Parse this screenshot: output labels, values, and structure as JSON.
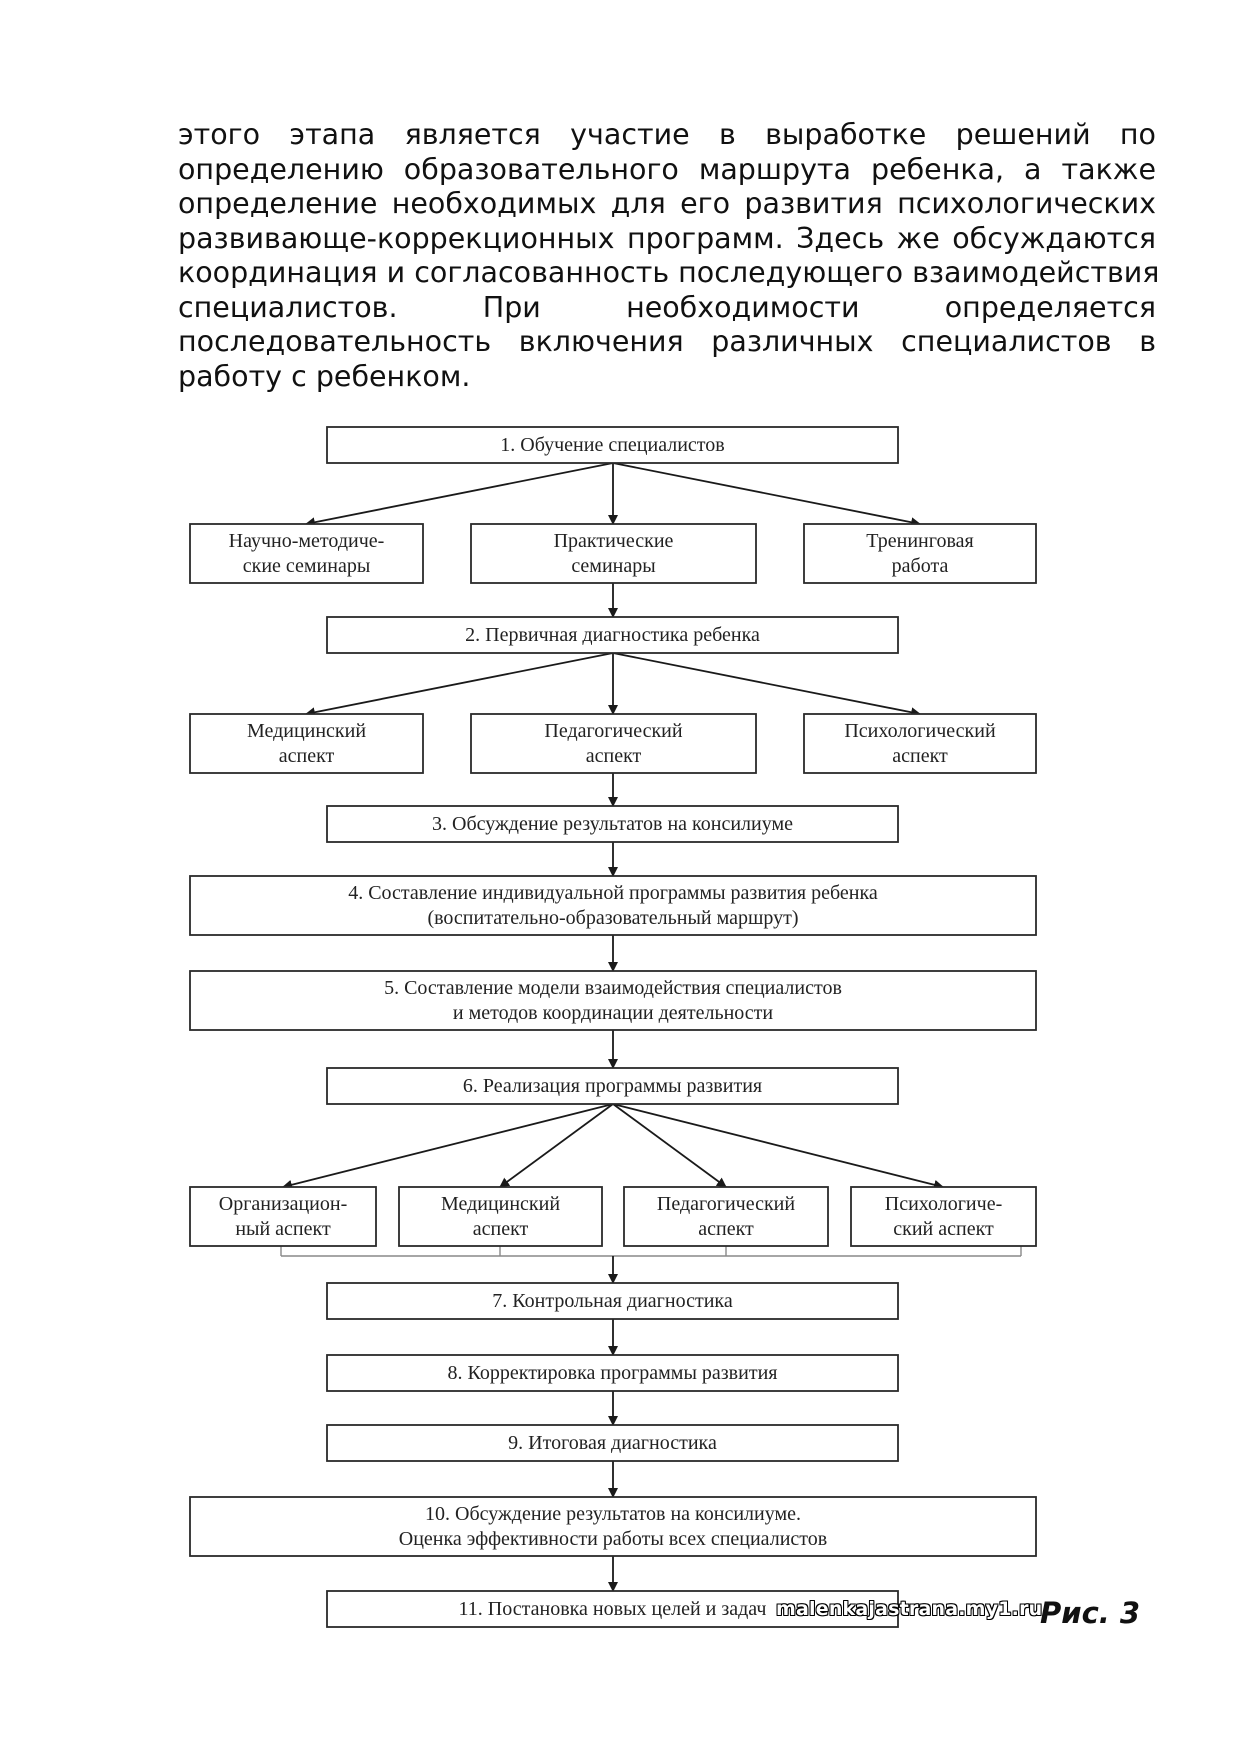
{
  "paragraph": {
    "lines": [
      "этого этапа является участие в выработке решений по",
      "определению образовательного маршрута ребенка, а также",
      "определение необходимых для его развития психологических",
      "развивающе-коррекционных программ. Здесь же обсуждаются",
      "координация и согласованность последующего взаимодействия",
      "специалистов. При необходимости определяется",
      "последовательность включения различных специалистов в",
      "работу с ребенком."
    ]
  },
  "diagram": {
    "nodes": {
      "n1": [
        "1. Обучение специалистов"
      ],
      "n1a": [
        "Научно-методиче-",
        "ские семинары"
      ],
      "n1b": [
        "Практические",
        "семинары"
      ],
      "n1c": [
        "Тренинговая",
        "работа"
      ],
      "n2": [
        "2. Первичная диагностика ребенка"
      ],
      "n2a": [
        "Медицинский",
        "аспект"
      ],
      "n2b": [
        "Педагогический",
        "аспект"
      ],
      "n2c": [
        "Психологический",
        "аспект"
      ],
      "n3": [
        "3. Обсуждение результатов на консилиуме"
      ],
      "n4": [
        "4. Составление индивидуальной программы развития ребенка",
        "(воспитательно-образовательный маршрут)"
      ],
      "n5": [
        "5. Составление модели взаимодействия специалистов",
        "и методов координации деятельности"
      ],
      "n6": [
        "6. Реализация программы развития"
      ],
      "n6a": [
        "Организацион-",
        "ный аспект"
      ],
      "n6b": [
        "Медицинский",
        "аспект"
      ],
      "n6c": [
        "Педагогический",
        "аспект"
      ],
      "n6d": [
        "Психологиче-",
        "ский аспект"
      ],
      "n7": [
        "7. Контрольная диагностика"
      ],
      "n8": [
        "8. Корректировка программы развития"
      ],
      "n9": [
        "9. Итоговая диагностика"
      ],
      "n10": [
        "10. Обсуждение результатов на консилиуме.",
        "Оценка эффективности работы всех специалистов"
      ],
      "n11": [
        "11. Постановка новых целей и задач"
      ]
    }
  },
  "watermark": "malenkajastrana.my1.ru",
  "figure_caption": "Рис. 3"
}
